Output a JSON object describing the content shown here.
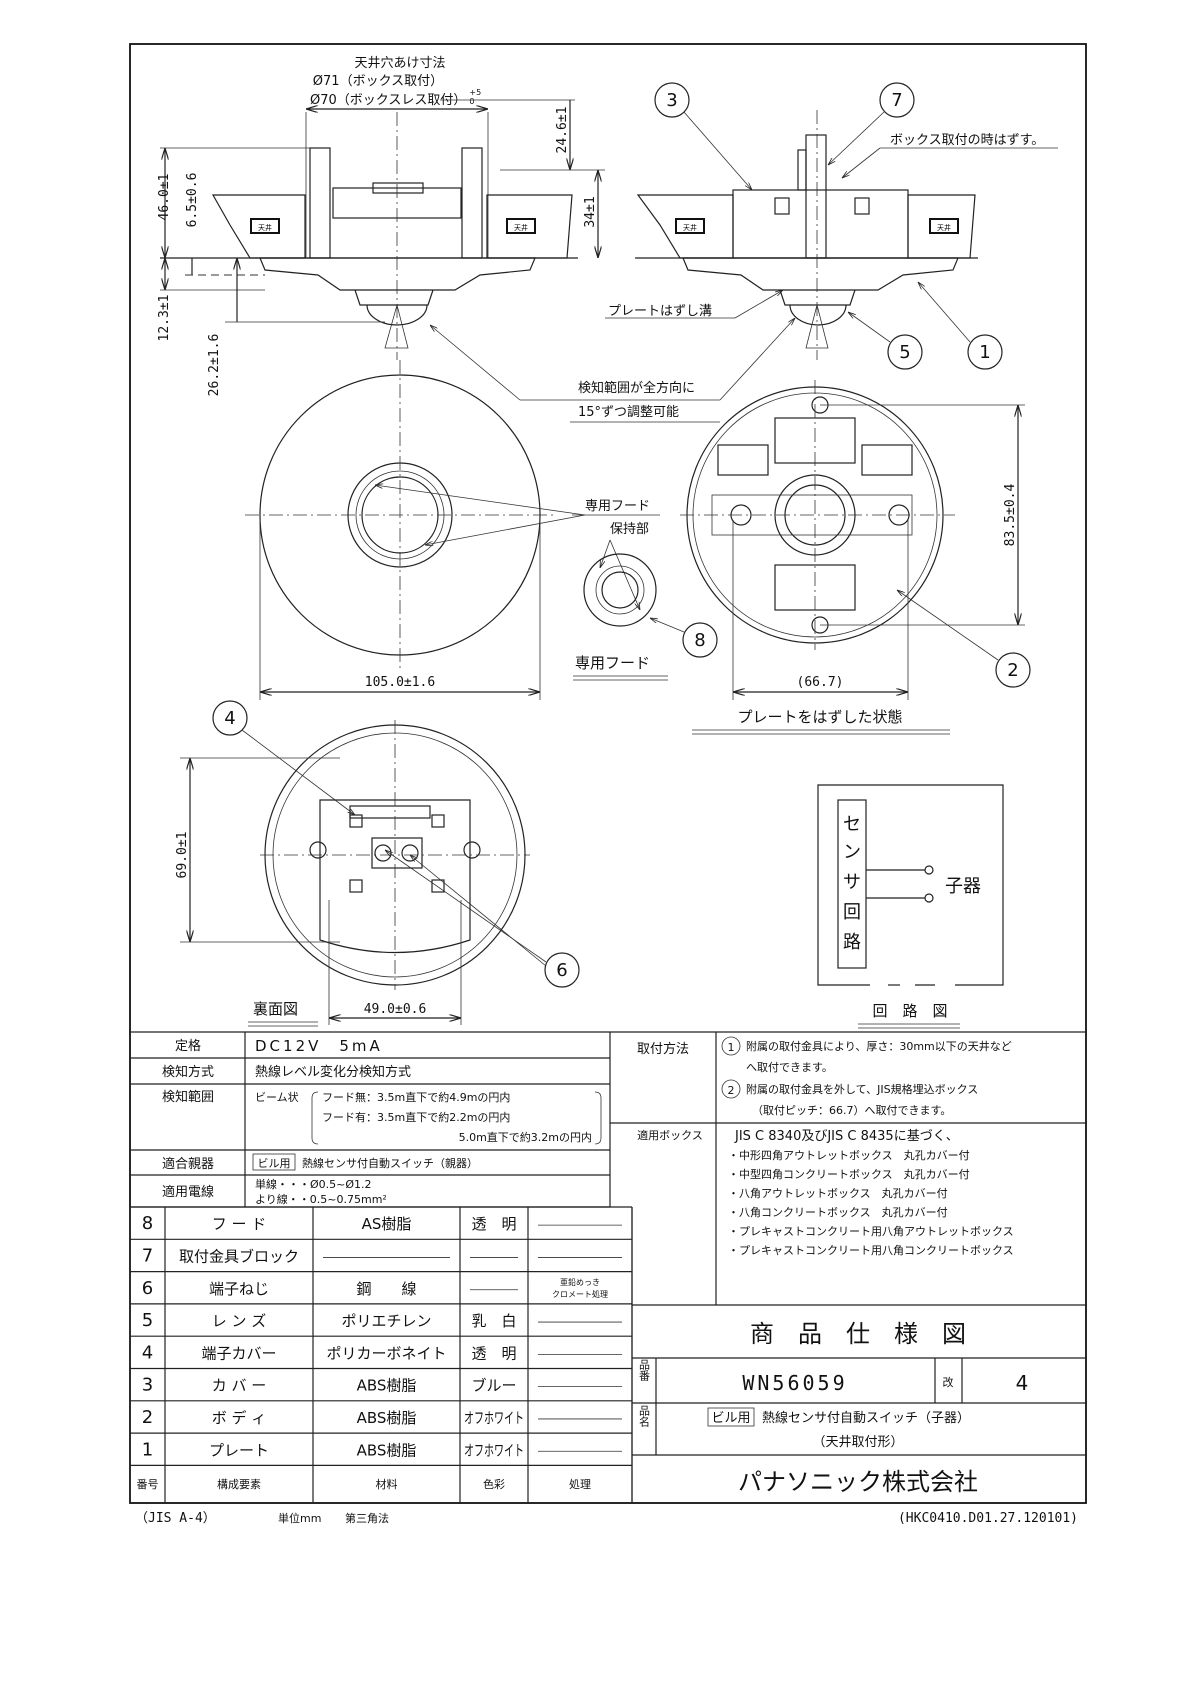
{
  "drawing": {
    "hole_title": "天井穴あけ寸法",
    "hole_box": "Ø71（ボックス取付）",
    "hole_boxless": "Ø70（ボックスレス取付）",
    "hole_tol_plus": "+5",
    "hole_tol_minus": "0",
    "dim_46": "46.0±1",
    "dim_6_5": "6.5±0.6",
    "dim_12_3": "12.3±1",
    "dim_26_2": "26.2±1.6",
    "dim_24_6": "24.6±1",
    "dim_34": "34±1",
    "ceiling_tag": "天井",
    "box_remove_note": "ボックス取付の時はずす。",
    "plate_groove": "プレートはずし溝",
    "detect_note_1": "検知範囲が全方向に",
    "detect_note_2": "15°ずつ調整可能",
    "hood_holder_1": "専用フード",
    "hood_holder_2": "保持部",
    "hood_label": "専用フード",
    "dim_105": "105.0±1.6",
    "dim_83_5": "83.5±0.4",
    "dim_66_7": "(66.7)",
    "plate_removed_label": "プレートをはずした状態",
    "dim_69": "69.0±1",
    "dim_49": "49.0±0.6",
    "back_view_label": "裏面図",
    "circuit_sensor": [
      "セ",
      "ン",
      "サ",
      "回",
      "路"
    ],
    "circuit_child": "子器",
    "circuit_label": "回　路　図",
    "balloons": [
      "1",
      "2",
      "3",
      "4",
      "5",
      "6",
      "7",
      "8"
    ]
  },
  "specs": [
    {
      "label": "定格",
      "value": "DC12V　5mA"
    },
    {
      "label": "検知方式",
      "value": "熱線レベル変化分検知方式"
    },
    {
      "label": "検知範囲",
      "prefix": "ビーム状",
      "lines": [
        "フード無：3.5m直下で約4.9mの円内",
        "フード有：3.5m直下で約2.2mの円内",
        "5.0m直下で約3.2mの円内"
      ]
    },
    {
      "label": "適合親器",
      "badge": "ビル用",
      "value": "熱線センサ付自動スイッチ（親器）"
    },
    {
      "label": "適用電線",
      "lines": [
        "単線・・・Ø0.5~Ø1.2",
        "より線・・0.5~0.75mm²"
      ]
    }
  ],
  "mounting": {
    "label": "取付方法",
    "items": [
      {
        "num": "1",
        "lines": [
          "附属の取付金具により、厚さ：30mm以下の天井など",
          "へ取付できます。"
        ]
      },
      {
        "num": "2",
        "lines": [
          "附属の取付金具を外して、JIS規格埋込ボックス",
          "（取付ピッチ：66.7）へ取付できます。"
        ]
      }
    ]
  },
  "boxes": {
    "label": "適用ボックス",
    "lines": [
      "JIS C 8340及びJIS C 8435に基づく、",
      "・中形四角アウトレットボックス　丸孔カバー付",
      "・中型四角コンクリートボックス　丸孔カバー付",
      "・八角アウトレットボックス　丸孔カバー付",
      "・八角コンクリートボックス　丸孔カバー付",
      "・プレキャストコンクリート用八角アウトレットボックス",
      "・プレキャストコンクリート用八角コンクリートボックス"
    ]
  },
  "parts": {
    "headers": [
      "番号",
      "構成要素",
      "材料",
      "色彩",
      "処理"
    ],
    "rows": [
      {
        "no": "8",
        "name": "フ ー ド",
        "material": "AS樹脂",
        "color": "透　明",
        "treat": ""
      },
      {
        "no": "7",
        "name": "取付金具ブロック",
        "material": "",
        "color": "",
        "treat": ""
      },
      {
        "no": "6",
        "name": "端子ねじ",
        "material": "鋼　　線",
        "color": "",
        "treat": "亜鉛めっき|クロメート処理"
      },
      {
        "no": "5",
        "name": "レ ン ズ",
        "material": "ポリエチレン",
        "color": "乳　白",
        "treat": ""
      },
      {
        "no": "4",
        "name": "端子カバー",
        "material": "ポリカーボネイト",
        "color": "透　明",
        "treat": ""
      },
      {
        "no": "3",
        "name": "カ バ ー",
        "material": "ABS樹脂",
        "color": "ブルー",
        "treat": ""
      },
      {
        "no": "2",
        "name": "ボ デ ィ",
        "material": "ABS樹脂",
        "color": "オフホワイト",
        "treat": ""
      },
      {
        "no": "1",
        "name": "プレート",
        "material": "ABS樹脂",
        "color": "オフホワイト",
        "treat": ""
      }
    ]
  },
  "title_block": {
    "title": "商　品　仕　様　図",
    "part_no_label": "品番",
    "part_no": "WN56059",
    "rev_label": "改",
    "rev": "4",
    "name_label": "品名",
    "name_badge": "ビル用",
    "name_line1": "熱線センサ付自動スイッチ（子器）",
    "name_line2": "（天井取付形）",
    "company": "パナソニック株式会社"
  },
  "footer": {
    "paper": "（JIS A-4）",
    "unit": "単位mm",
    "projection": "第三角法",
    "doc_code": "(HKC0410.D01.27.120101)"
  }
}
